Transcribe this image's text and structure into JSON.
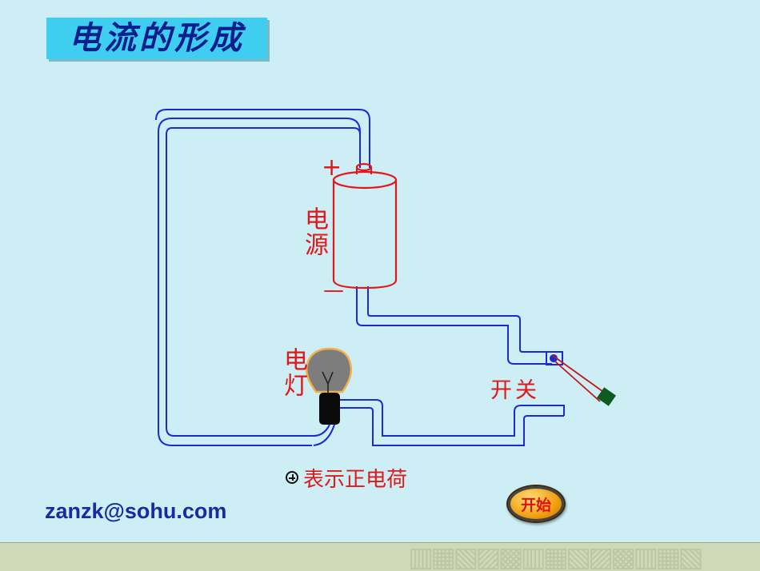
{
  "slide": {
    "title": "电流的形成",
    "battery_label": "电源",
    "battery_plus": "+",
    "battery_minus": "—",
    "bulb_label": "电灯",
    "switch_label": "开关",
    "legend_text": "表示正电荷",
    "email": "zanzk@sohu.com",
    "start_button_label": "开始"
  },
  "colors": {
    "background": "#cdeef5",
    "wire": "#1a2bd6",
    "battery_outline": "#e01818",
    "label_red": "#e01818",
    "title_bg": "#3fcdf0",
    "title_text": "#0b1f8c",
    "email_text": "#1a2aa0",
    "footer_bg": "#cfd8b8"
  }
}
